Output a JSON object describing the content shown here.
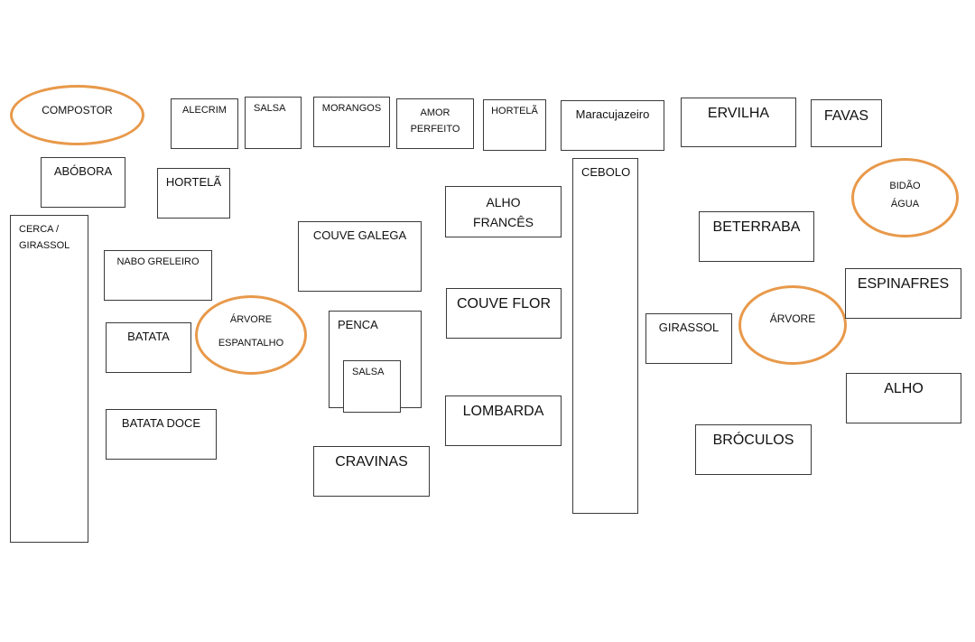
{
  "colors": {
    "box_border": "#3a3a3a",
    "oval_border": "#e8994a",
    "background": "#ffffff"
  },
  "ovals": {
    "compostor": "COMPOSTOR",
    "bidao_agua": "BIDÃO\nÁGUA",
    "arvore_espantalho_1": "ÁRVORE",
    "arvore_espantalho_2": "ESPANTALHO",
    "arvore": "ÁRVORE"
  },
  "beds": {
    "alecrim": "ALECRIM",
    "salsa_top": "SALSA",
    "morangos": "MORANGOS",
    "amor_perfeito": "AMOR\nPERFEITO",
    "hortela_top": "HORTELÃ",
    "maracujazeiro": "Maracujazeiro",
    "ervilha": "ERVILHA",
    "favas": "FAVAS",
    "abobora": "ABÓBORA",
    "hortela_left": "HORTELÃ",
    "cerca_girassol": "CERCA /\nGIRASSOL",
    "nabo_greleiro": "NABO GRELEIRO",
    "batata": "BATATA",
    "batata_doce": "BATATA DOCE",
    "couve_galega": "COUVE GALEGA",
    "penca": "PENCA",
    "salsa_inner": "SALSA",
    "cravinas": "CRAVINAS",
    "alho_frances": "ALHO\nFRANCÊS",
    "couve_flor": "COUVE FLOR",
    "lombarda": "LOMBARDA",
    "cebolo": "CEBOLO",
    "girassol": "GIRASSOL",
    "beterraba": "BETERRABA",
    "espinafres": "ESPINAFRES",
    "alho": "ALHO",
    "broculos": "BRÓCULOS"
  }
}
